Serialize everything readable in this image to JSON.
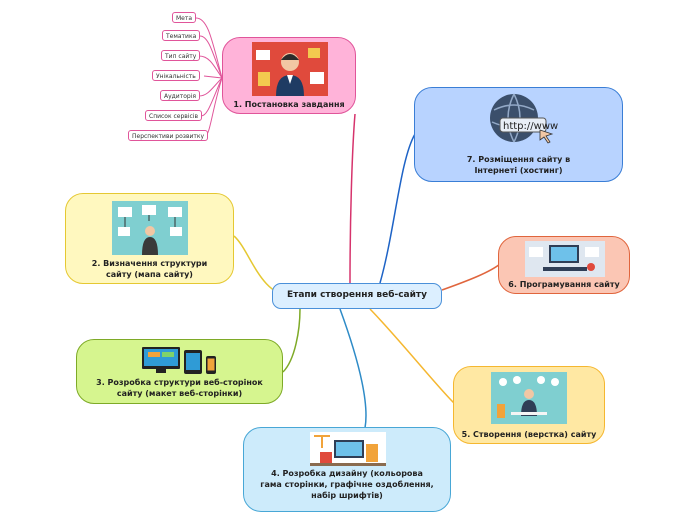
{
  "central_topic": "Етапи створення веб-сайту",
  "nodes": [
    {
      "label": "1. Постановка завдання",
      "color": "#ffb3d9",
      "border": "#e0559a"
    },
    {
      "label": "2. Визначення структури сайту (мапа сайту)",
      "color": "#fff8bf",
      "border": "#e5c832"
    },
    {
      "label": "3. Розробка структури веб-сторінок сайту (макет веб-сторінки)",
      "color": "#d6f58f",
      "border": "#7eaa27"
    },
    {
      "label": "4. Розробка дизайну (кольорова гама сторінки, графічне оздоблення, набір шрифтів)",
      "color": "#cdebfb",
      "border": "#48a7d6"
    },
    {
      "label": "5. Створення (верстка) сайту",
      "color": "#ffe8a3",
      "border": "#f5b730"
    },
    {
      "label": "6. Програмування сайту",
      "color": "#fbc6b4",
      "border": "#e0653d"
    },
    {
      "label": "7. Розміщення сайту в Інтернеті (хостинг)",
      "color": "#b8d3ff",
      "border": "#3a7ed6"
    }
  ],
  "subtopics": [
    "Мета",
    "Тематика",
    "Тип сайту",
    "Унікальність",
    "Аудиторія",
    "Список сервісів",
    "Перспективи розвитку"
  ]
}
